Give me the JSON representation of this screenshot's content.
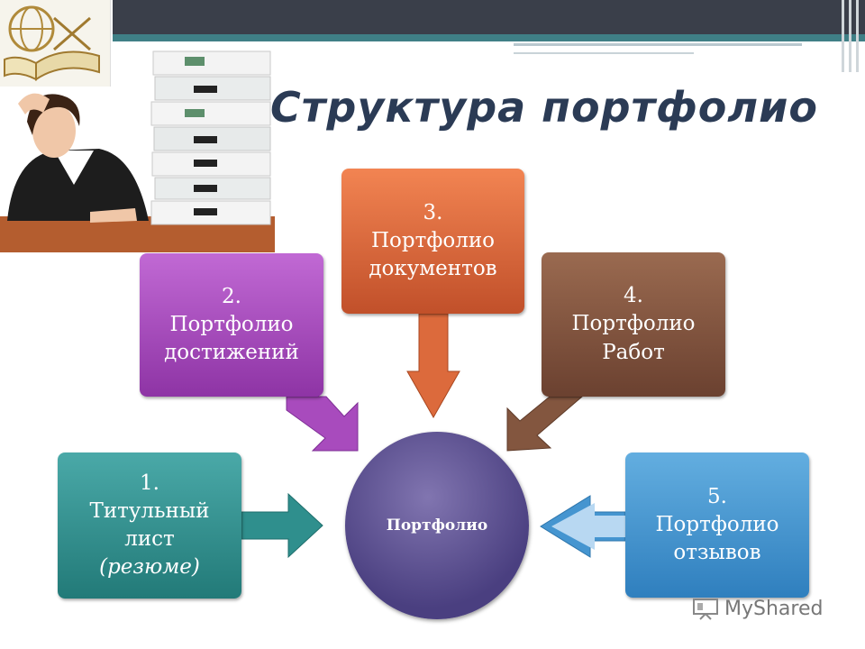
{
  "title": "Структура портфолио",
  "boxes": [
    {
      "num": "1.",
      "lines": [
        "Титульный",
        "лист"
      ],
      "note": "(резюме)"
    },
    {
      "num": "2.",
      "lines": [
        "Портфолио",
        "достижений"
      ]
    },
    {
      "num": "3.",
      "lines": [
        "Портфолио",
        "документов"
      ]
    },
    {
      "num": "4.",
      "lines": [
        "Портфолио",
        "Работ"
      ]
    },
    {
      "num": "5.",
      "lines": [
        "Портфолио",
        "отзывов"
      ]
    }
  ],
  "center": "Портфолио",
  "watermark": "MyShared",
  "colors": {
    "box1": "#2f8f8d",
    "box2": "#a84bbd",
    "box3": "#dc6a3c",
    "box4": "#83563f",
    "box5": "#4595d0",
    "center": "#5a4f92",
    "title": "#2b3b55"
  }
}
